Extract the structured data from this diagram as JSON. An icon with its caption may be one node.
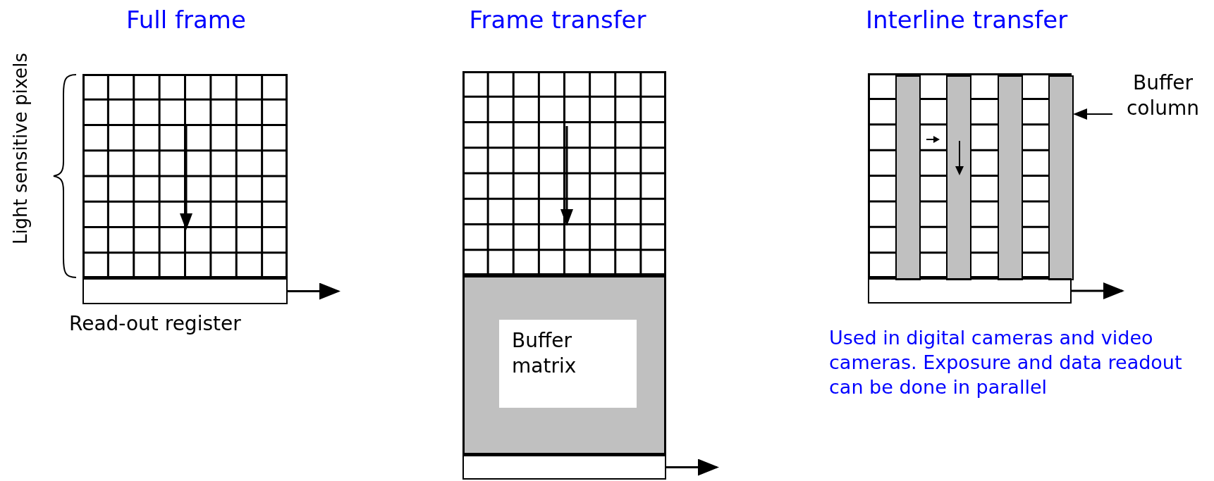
{
  "diagram": {
    "nodes": [
      {
        "text": [],
        "shape": "grid",
        "beside": [
          "Light sensitive pixels"
        ]
      },
      {
        "text": [],
        "shape": "bar",
        "beside": [
          "Read-out register"
        ]
      },
      {
        "text": [],
        "shape": "grid"
      },
      {
        "text": [],
        "shape": "box"
      },
      {
        "text": [
          "Buffer matrix"
        ],
        "in": 3
      },
      {
        "text": [],
        "shape": "bar"
      },
      {
        "text": [],
        "shape": "grid"
      },
      {
        "text": [],
        "shape": "bar",
        "in": 6
      },
      {
        "text": [],
        "shape": "bar",
        "in": 6
      },
      {
        "text": [],
        "shape": "bar",
        "in": 6
      },
      {
        "text": [],
        "shape": "bar",
        "in": 6
      },
      {
        "text": [
          "Buffer column"
        ]
      },
      {
        "text": [],
        "shape": "bar"
      }
    ],
    "edges": [
      {
        "from": 1,
        "to": null,
        "arrow": "to"
      },
      {
        "from": 5,
        "to": null,
        "arrow": "to"
      },
      {
        "from": 11,
        "to": 10,
        "arrow": "to"
      },
      {
        "from": 12,
        "to": null,
        "arrow": "to"
      }
    ],
    "labels": [
      "Full frame",
      "Frame transfer",
      "Interline transfer",
      "Used in digital cameras and video cameras. Exposure and data readout can be done in parallel"
    ]
  }
}
